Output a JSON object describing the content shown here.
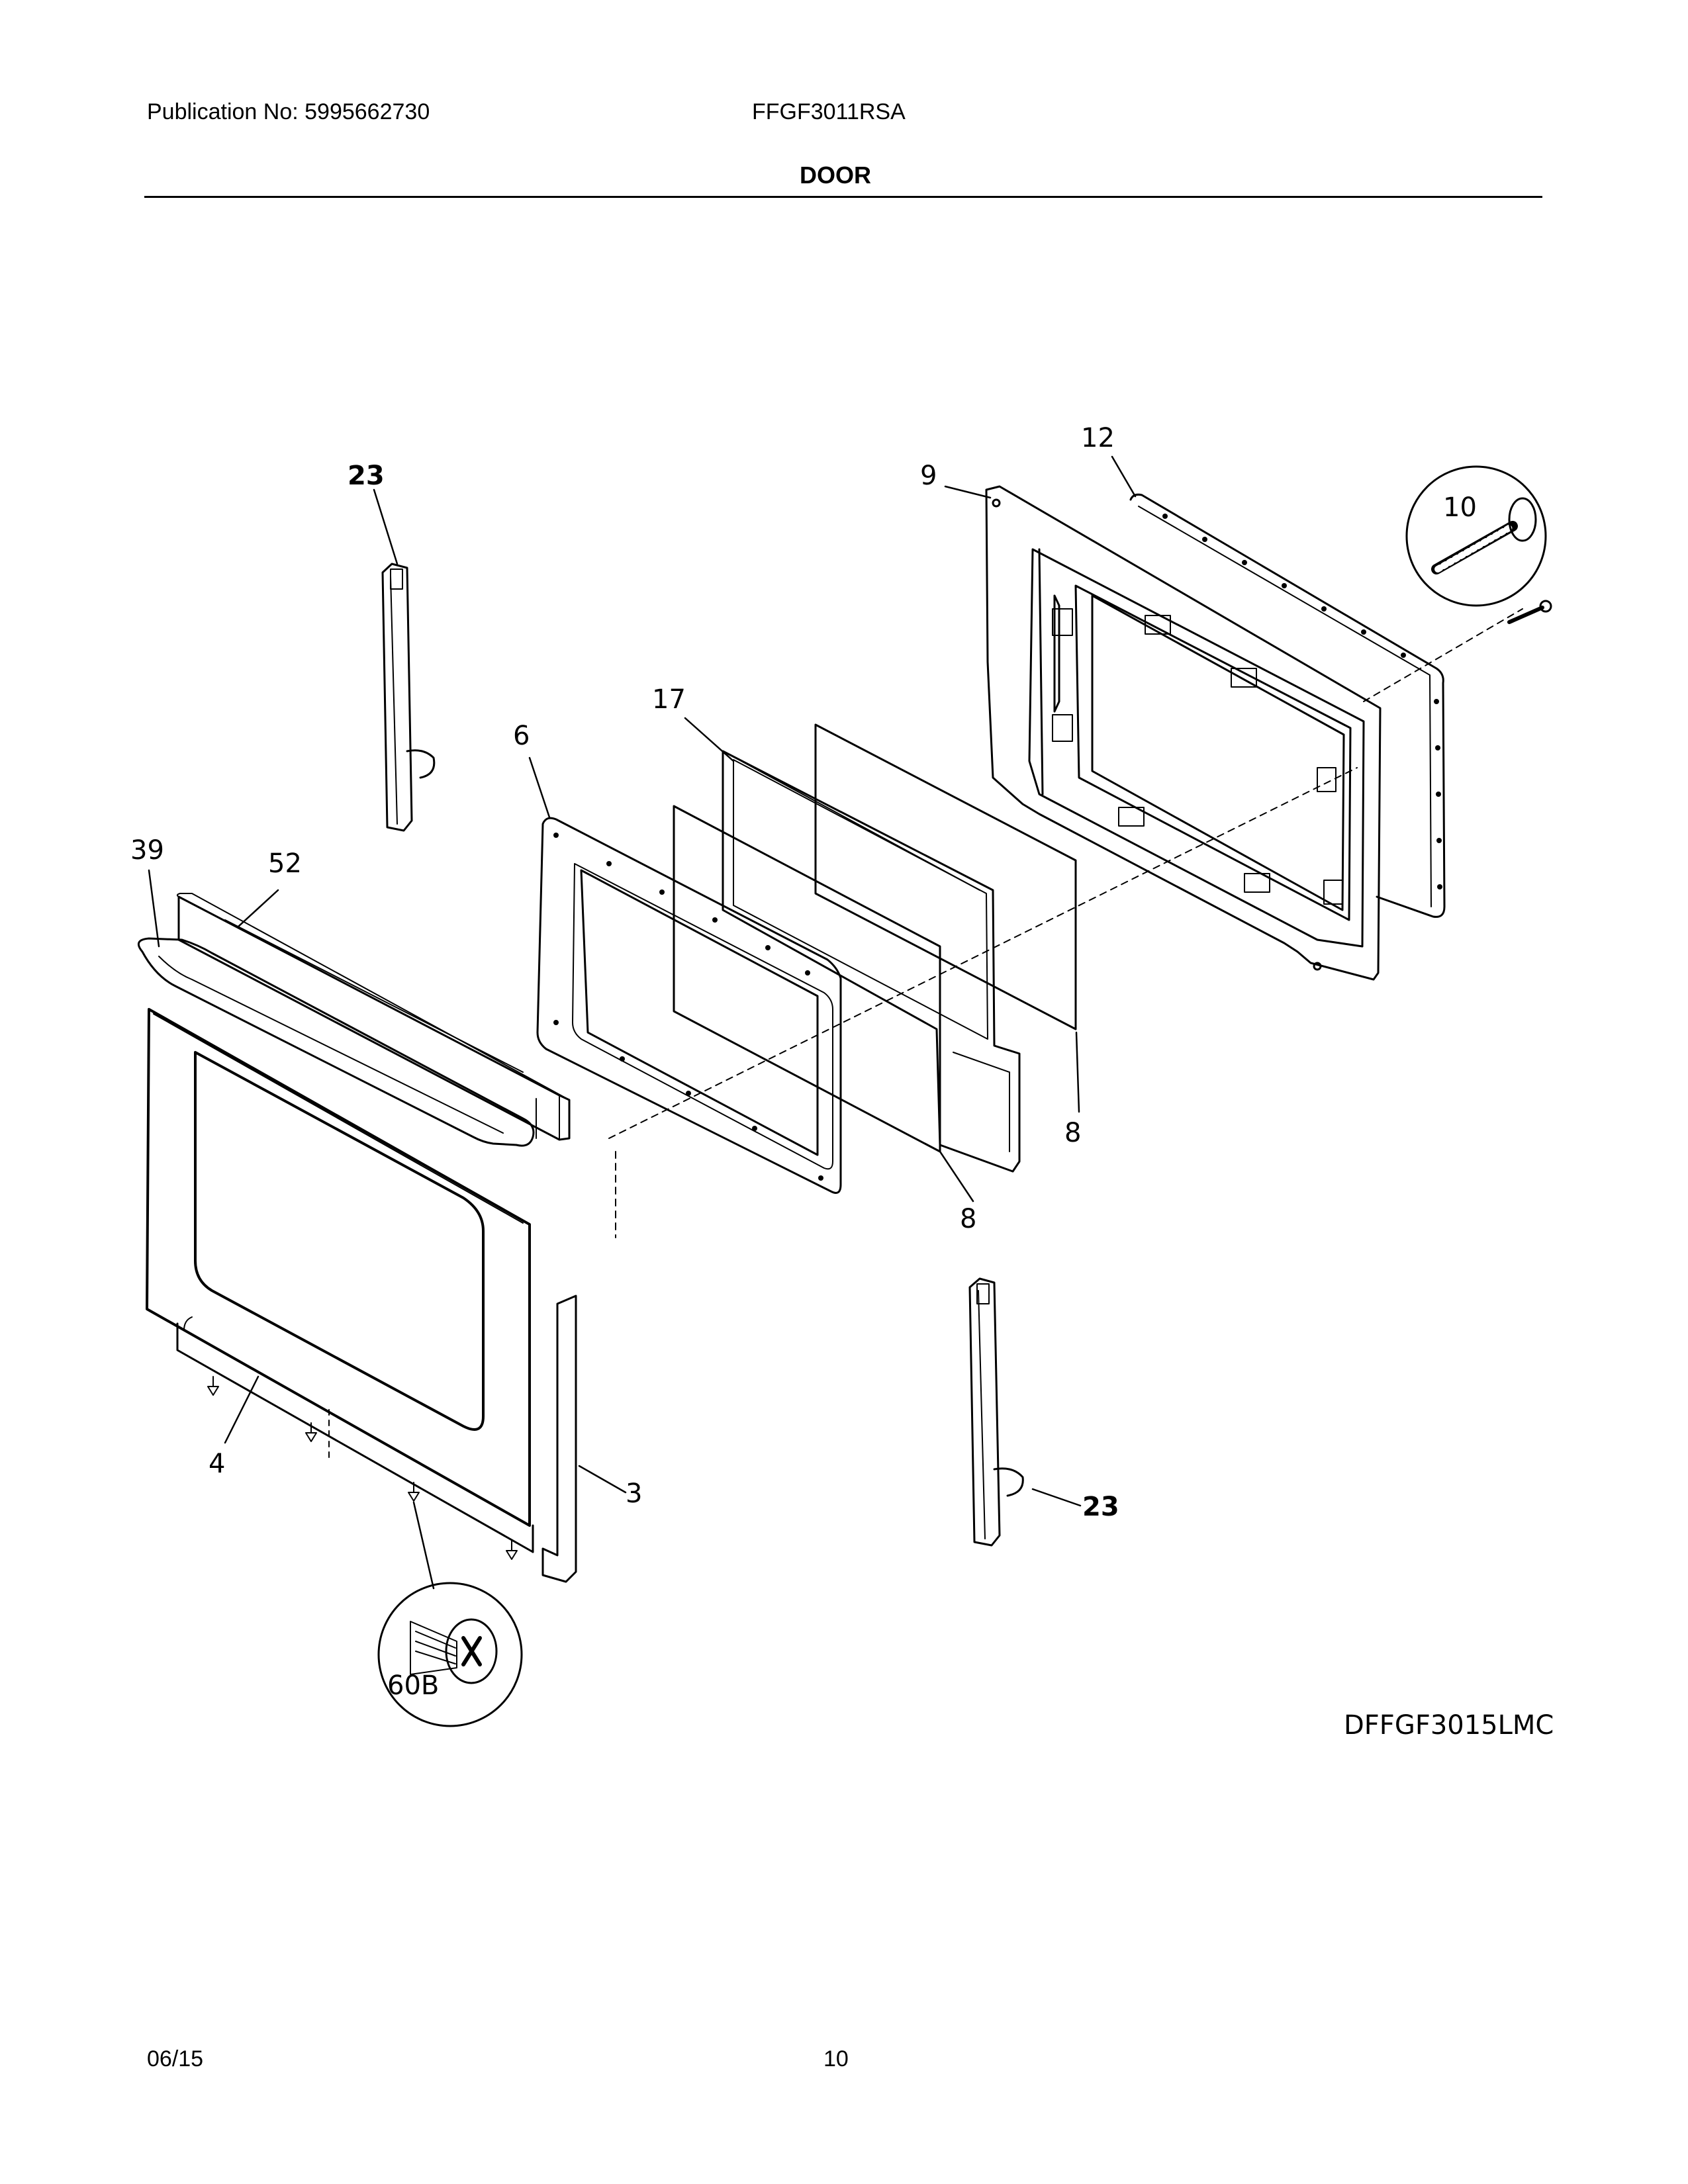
{
  "header": {
    "publication": "Publication No: 5995662730",
    "model": "FFGF3011RSA",
    "section_title": "DOOR"
  },
  "diagram": {
    "callouts": {
      "c23_top": "23",
      "c23_bottom": "23",
      "c9": "9",
      "c12": "12",
      "c10": "10",
      "c17": "17",
      "c6": "6",
      "c39": "39",
      "c52": "52",
      "c8_a": "8",
      "c8_b": "8",
      "c4": "4",
      "c3": "3",
      "c60b": "60B"
    },
    "diagram_code": "DFFGF3015LMC"
  },
  "footer": {
    "date": "06/15",
    "page_number": "10"
  }
}
